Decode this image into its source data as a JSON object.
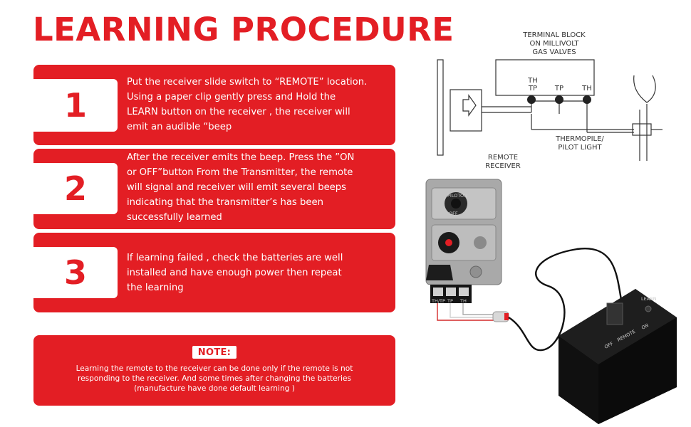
{
  "title": "LEARNING PROCEDURE",
  "steps": [
    {
      "number": "1",
      "lines": [
        "Put the receiver slide  switch to “REMOTE” location.",
        "Using a paper clip gently press and Hold the",
        "LEARN button on the  receiver , the receiver will",
        "emit an audible “beep"
      ]
    },
    {
      "number": "2",
      "lines": [
        " After the receiver emits the beep. Press the ”ON",
        "or OFF”button From the Transmitter, the remote",
        "will signal and receiver will emit several beeps",
        "indicating that the transmitter’s has been",
        "successfully learned"
      ]
    },
    {
      "number": "3",
      "lines": [
        "If learning failed , check the  batteries are well",
        "installed and have enough power then repeat",
        "the learning"
      ]
    }
  ],
  "note": {
    "label": "NOTE:",
    "lines": [
      "Learning the remote to the receiver can be done only if the remote is not",
      "responding to the receiver. And some times after changing the batteries",
      "(manufacture have done default learning )"
    ]
  },
  "diagram": {
    "terminal_block_lines": [
      "TERMINAL BLOCK",
      "ON MILLIVOLT",
      "GAS VALVES"
    ],
    "terminals": [
      {
        "label_top": "TH",
        "label_bottom": "TP"
      },
      {
        "label_top": "",
        "label_bottom": "TP"
      },
      {
        "label_top": "",
        "label_bottom": "TH"
      }
    ],
    "thermopile_lines": [
      "THERMOPILE/",
      "PILOT LIGHT"
    ],
    "receiver_lines": [
      "REMOTE",
      "RECEIVER"
    ]
  },
  "product_photo": {
    "valve_knob_labels": [
      "PILOT",
      "ON",
      "OFF"
    ],
    "terminal_labels": [
      "TH/TP",
      "TP",
      "TH"
    ],
    "receiver_labels": {
      "learn": "LEARN",
      "off": "OFF",
      "remote": "REMOTE",
      "on": "ON"
    }
  },
  "colors": {
    "accent": "#e31e24",
    "text_on_accent": "#ffffff",
    "background": "#ffffff"
  }
}
